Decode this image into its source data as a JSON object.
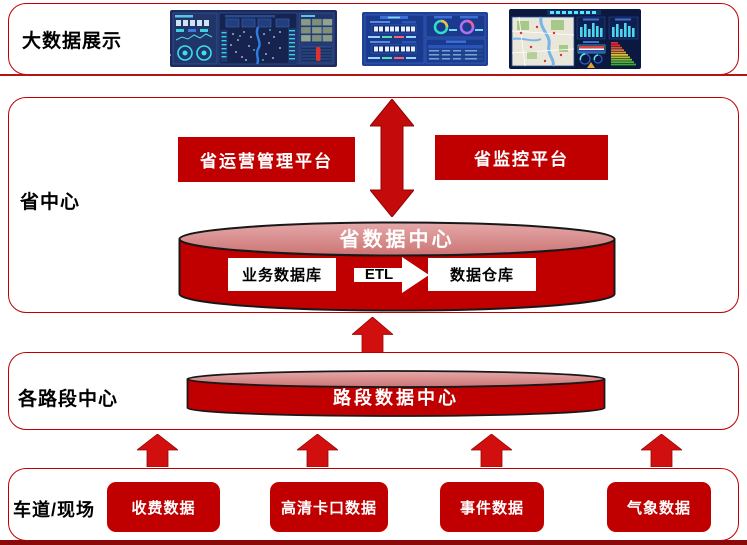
{
  "colors": {
    "accent_red": "#c00000",
    "arrow_red": "#d01010",
    "border_red": "#c00000",
    "cylinder_top_pink": "#d98f8f",
    "bottom_line_dark_red": "#8a0a0a",
    "dashboard_navy": "#1b2b5e",
    "dashboard_blue": "#1e4098"
  },
  "sections": {
    "display": {
      "label": "大数据展示"
    },
    "province": {
      "label": "省中心",
      "platform1": "省运营管理平台",
      "platform2": "省监控平台",
      "data_center": {
        "title": "省数据中心",
        "business_db": "业务数据库",
        "etl": "ETL",
        "warehouse": "数据仓库"
      }
    },
    "road": {
      "label": "各路段中心",
      "data_center_title": "路段数据中心"
    },
    "lane": {
      "label": "车道/现场",
      "sources": [
        "收费数据",
        "高清卡口数据",
        "事件数据",
        "气象数据"
      ]
    }
  },
  "dashboards": [
    {
      "name": "traffic-monitoring-dashboard"
    },
    {
      "name": "toll-statistics-dashboard"
    },
    {
      "name": "road-network-map-dashboard"
    }
  ],
  "icons": {
    "double_arrow": "double-headed-vertical-arrow",
    "up_arrow": "up-arrow",
    "etl_arrow": "right-block-arrow"
  }
}
